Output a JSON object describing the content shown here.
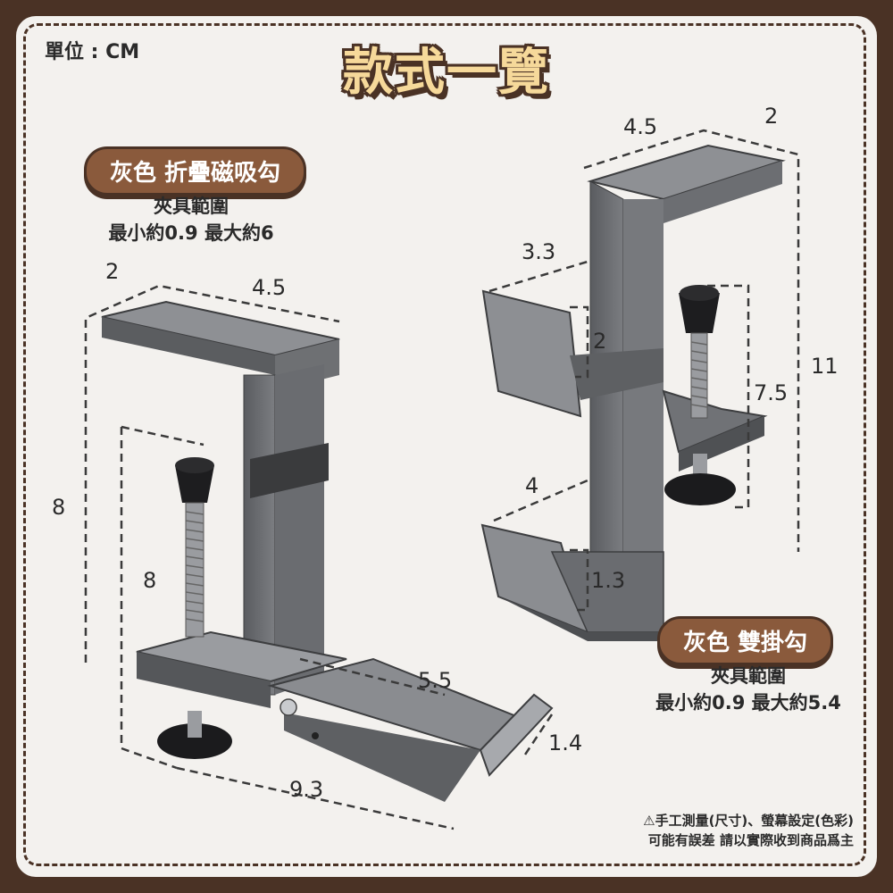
{
  "unit_label": "單位 : CM",
  "title": "款式一覽",
  "left_product": {
    "badge": "灰色 折疊磁吸勾",
    "range_title": "夾具範圍",
    "range_values": "最小約0.9 最大約6",
    "dimensions": {
      "depth": "2",
      "top_width": "4.5",
      "height": "8",
      "clamp_height": "8",
      "hook_length": "5.5",
      "hook_lip": "1.4",
      "total_length": "9.3"
    }
  },
  "right_product": {
    "badge": "灰色 雙掛勾",
    "range_title": "夾具範圍",
    "range_values": "最小約0.9 最大約5.4",
    "dimensions": {
      "top_width": "4.5",
      "depth": "2",
      "upper_hook_width": "3.3",
      "upper_hook_depth": "2",
      "total_height": "11",
      "clamp_height": "7.5",
      "lower_hook_width": "4",
      "lower_hook_depth": "1.3"
    }
  },
  "disclaimer_line1": "⚠手工測量(尺寸)、螢幕設定(色彩)",
  "disclaimer_line2": "可能有誤差 請以實際收到商品爲主",
  "colors": {
    "frame": "#4a3225",
    "background": "#f3f1ee",
    "badge": "#8a5a3c",
    "title_fill": "#f6d99a",
    "metal": "#6b6d70"
  }
}
